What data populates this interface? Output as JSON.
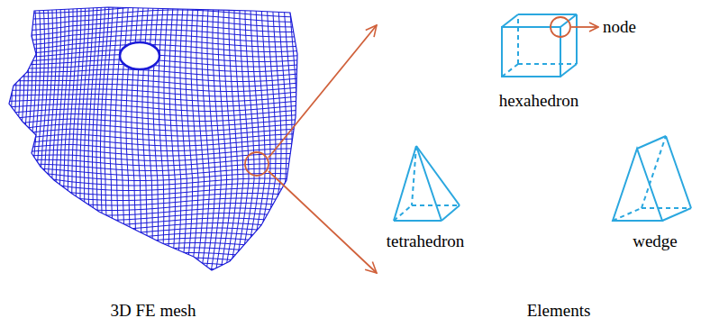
{
  "diagram": {
    "nodes": [
      {
        "text": [
          "3D FE mesh"
        ]
      },
      {
        "text": [
          "hexahedron"
        ]
      },
      {
        "text": [
          "tetrahedron"
        ]
      },
      {
        "text": [
          "wedge"
        ]
      }
    ],
    "edges": [
      {
        "from": 0,
        "to": 1,
        "arrow": "to"
      },
      {
        "from": 0,
        "to": 2,
        "arrow": "to"
      }
    ],
    "labels": [
      "node",
      "Elements"
    ]
  }
}
